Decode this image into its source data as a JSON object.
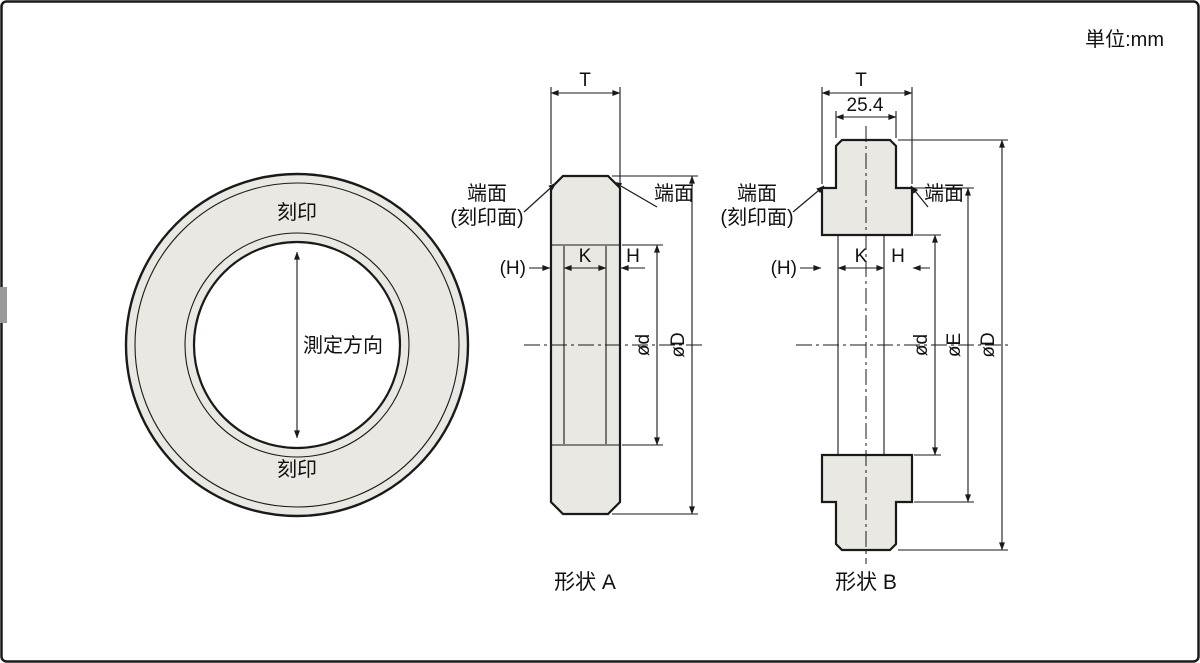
{
  "page": {
    "units_label": "単位:mm"
  },
  "front_view": {
    "engraving_top": "刻印",
    "engraving_bottom": "刻印",
    "measure_direction_label": "測定方向"
  },
  "shape_a": {
    "caption": "形状 A",
    "dims": {
      "T": "T",
      "H_ref": "(H)",
      "K": "K",
      "H": "H",
      "d": "ød",
      "D": "øD"
    },
    "labels": {
      "end_face_left_line1": "端面",
      "end_face_left_line2": "(刻印面)",
      "end_face_right": "端面"
    }
  },
  "shape_b": {
    "caption": "形状 B",
    "dims": {
      "T": "T",
      "width_25_4": "25.4",
      "H_ref": "(H)",
      "K": "K",
      "H": "H",
      "d": "ød",
      "E": "øE",
      "D": "øD"
    },
    "labels": {
      "end_face_left_line1": "端面",
      "end_face_left_line2": "(刻印面)",
      "end_face_right": "端面"
    }
  },
  "colors": {
    "line": "#1a1a1a",
    "fill": "#eae8e2",
    "background": "#ffffff",
    "side_tab": "#9a9a9a"
  }
}
